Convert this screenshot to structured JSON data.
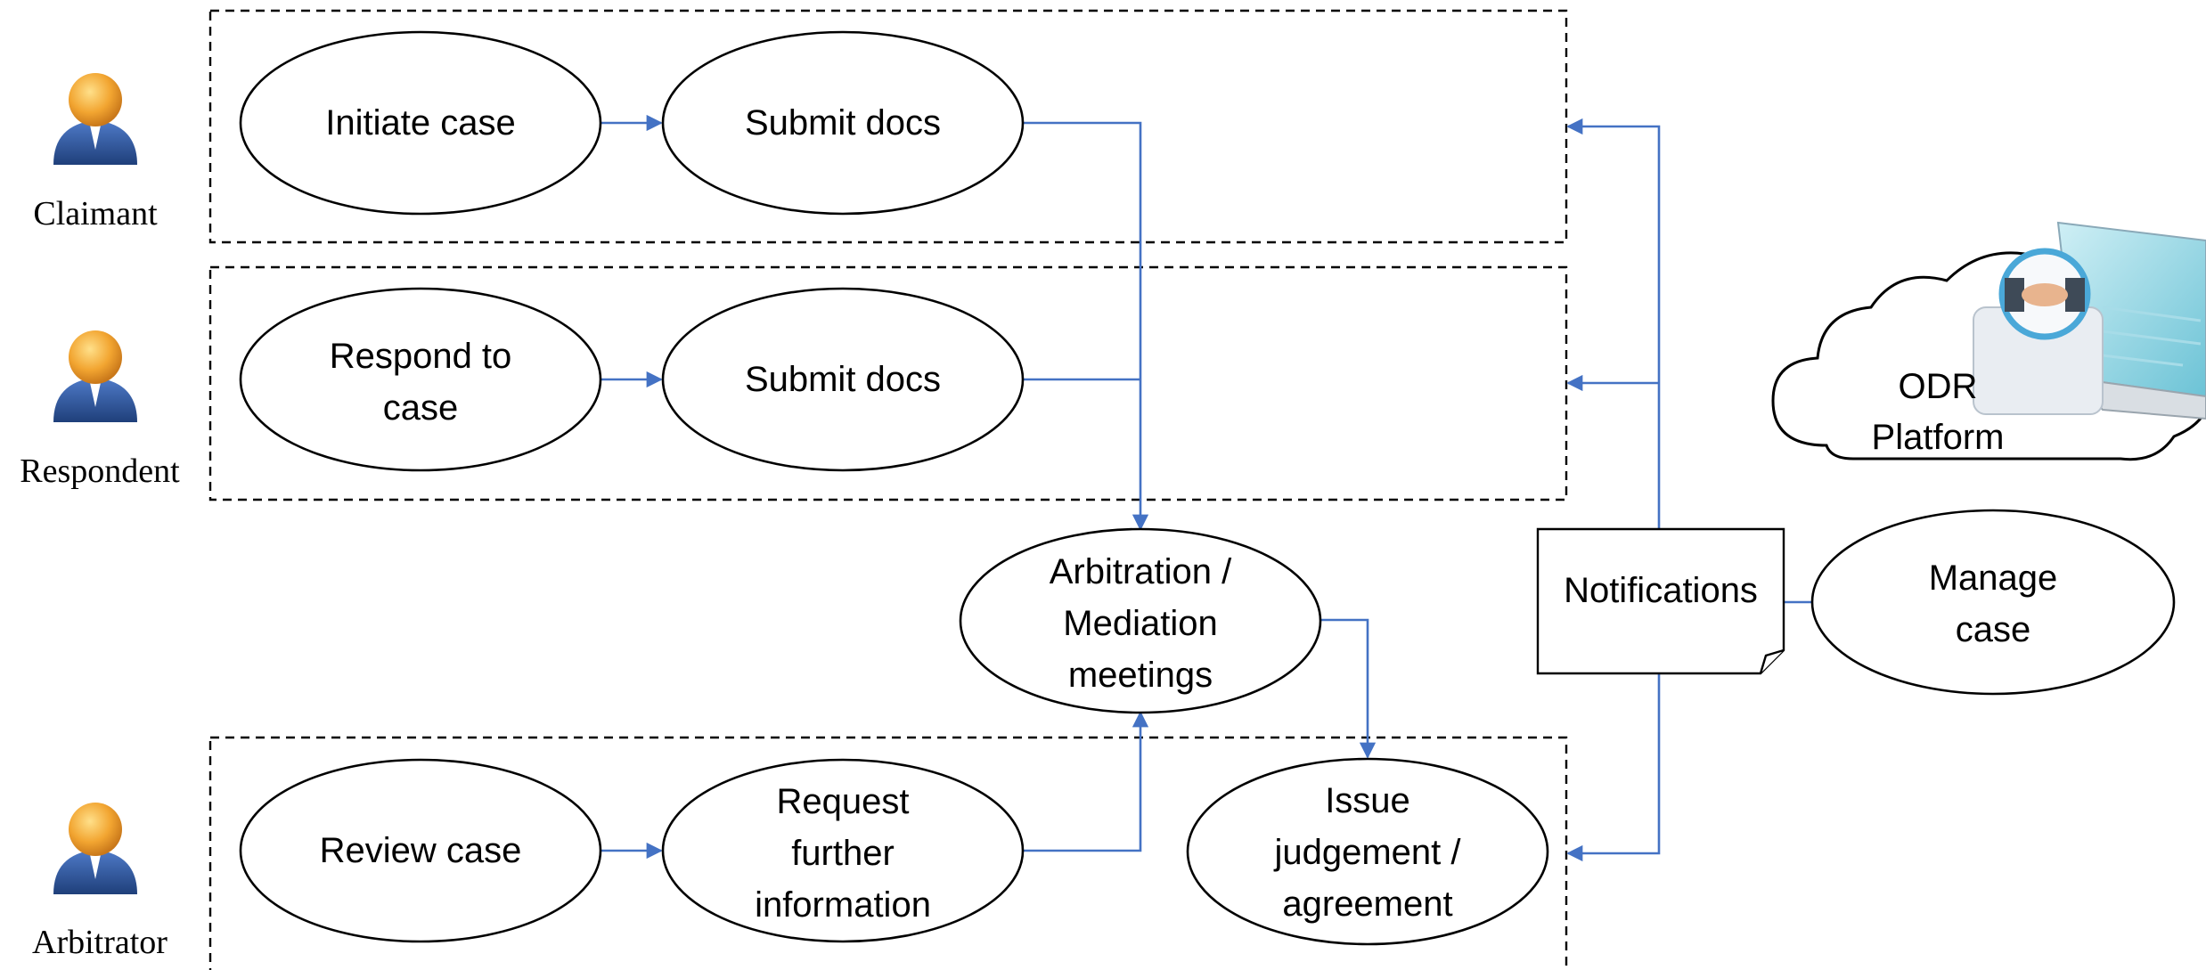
{
  "actors": {
    "claimant": "Claimant",
    "respondent": "Respondent",
    "arbitrator": "Arbitrator"
  },
  "nodes": {
    "initiate_case": [
      "Initiate case"
    ],
    "claimant_submit_docs": [
      "Submit docs"
    ],
    "respond_to_case": [
      "Respond to",
      "case"
    ],
    "respondent_submit_docs": [
      "Submit docs"
    ],
    "meetings": [
      "Arbitration /",
      "Mediation",
      "meetings"
    ],
    "review_case": [
      "Review case"
    ],
    "request_info": [
      "Request",
      "further",
      "information"
    ],
    "issue_judgement": [
      "Issue",
      "judgement /",
      "agreement"
    ],
    "manage_case": [
      "Manage",
      "case"
    ],
    "notifications": [
      "Notifications"
    ]
  },
  "platform": {
    "label": [
      "ODR",
      "Platform"
    ]
  },
  "colors": {
    "connector": "#4472C4",
    "actor_head": "#F2A531",
    "actor_body": "#2F5597"
  }
}
